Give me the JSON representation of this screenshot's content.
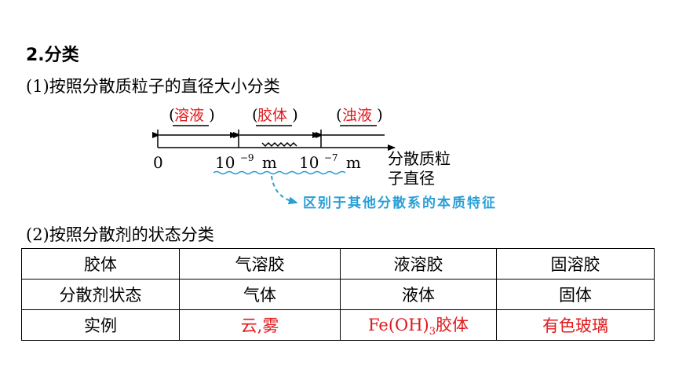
{
  "heading": "2.分类",
  "sub1": "(1)按照分散质粒子的直径大小分类",
  "diagram": {
    "label_solution": "溶液",
    "label_colloid": "胶体",
    "label_suspension": "浊液",
    "zero": "0",
    "tick1_base": "10",
    "tick1_exp": "−9",
    "tick1_unit": "m",
    "tick2_base": "10",
    "tick2_exp": "−7",
    "tick2_unit": "m",
    "axis_line1": "分散质粒",
    "axis_line2": "子直径",
    "note": "区别于其他分散系的本质特征",
    "colors": {
      "red": "#e0181b",
      "blue": "#2a9fd6"
    }
  },
  "sub2": "(2)按照分散剂的状态分类",
  "table": {
    "header": [
      "胶体",
      "气溶胶",
      "液溶胶",
      "固溶胶"
    ],
    "row2": [
      "分散剂状态",
      "气体",
      "液体",
      "固体"
    ],
    "row3_label": "实例",
    "ex_gas": "云,雾",
    "ex_liquid_a": "Fe(OH)",
    "ex_liquid_sub": "3",
    "ex_liquid_b": "胶体",
    "ex_solid": "有色玻璃"
  }
}
